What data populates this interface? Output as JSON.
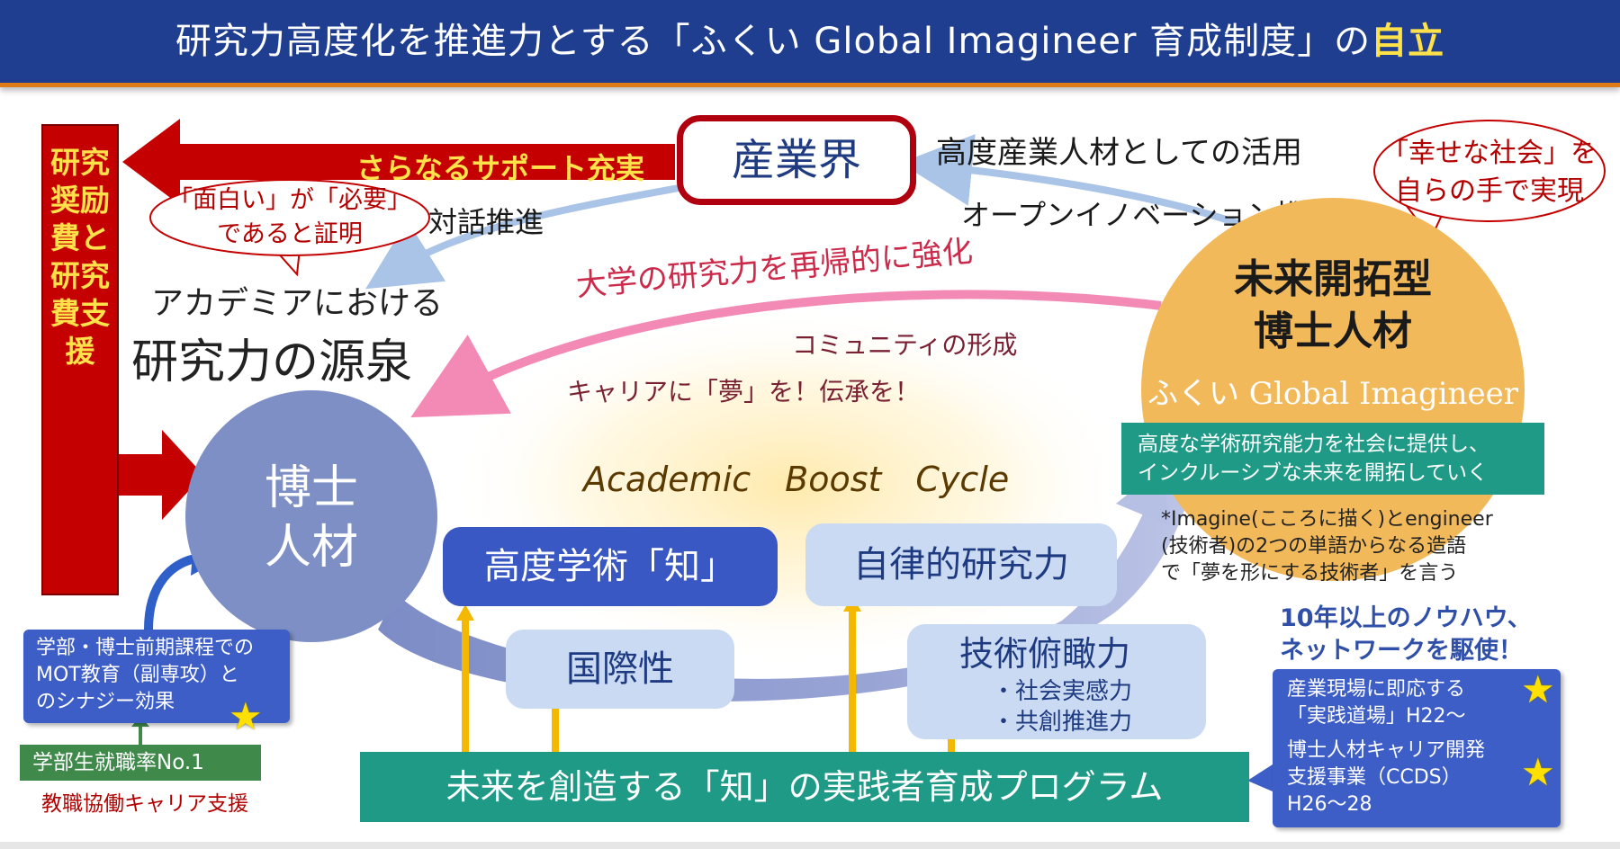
{
  "title": {
    "main": "研究力高度化を推進力とする「ふくい Global Imagineer 育成制度」の",
    "highlight": "自立"
  },
  "left_bar": {
    "label": "研究奨励費と研究費支援"
  },
  "industry": {
    "label": "産業界",
    "support_arrow_label": "さらなるサポート充実",
    "right_text": "高度産業人材としての活用",
    "open_innovation": "オープンイノベーション推進",
    "dialogue": "対話推進"
  },
  "bubble_left": {
    "line1": "「面白い」が「必要」",
    "line2": "であると証明"
  },
  "bubble_right": {
    "line1": "「幸せな社会」を",
    "line2": "自らの手で実現"
  },
  "academia": {
    "line1": "アカデミアにおける",
    "line2": "研究力の源泉"
  },
  "pink_arrow": {
    "main": "大学の研究力を再帰的に強化",
    "sub1": "コミュニティの形成",
    "sub2": "キャリアに「夢」を！伝承を！"
  },
  "hakase": {
    "line1": "博士",
    "line2": "人材"
  },
  "future": {
    "line1": "未来開拓型",
    "line2": "博士人材",
    "brand": "ふくい Global Imagineer",
    "mission_line1": "高度な学術研究能力を社会に提供し、",
    "mission_line2": "インクルーシブな未来を開拓していく"
  },
  "note": {
    "line1": "*Imagine(こころに描く)とengineer",
    "line2": "(技術者)の2つの単語からなる造語",
    "line3": "で「夢を形にする技術者」を言う"
  },
  "cycle": {
    "label": "Academic　Boost　Cycle"
  },
  "skills": {
    "academic": "高度学術「知」",
    "autonomy": "自律的研究力",
    "intl": "国際性",
    "tech": "技術俯瞰力",
    "tech_sub1": "・社会実感力",
    "tech_sub2": "・共創推進力"
  },
  "program": {
    "label": "未来を創造する「知」の実践者育成プログラム"
  },
  "mot": {
    "line1": "学部・博士前期課程での",
    "line2": "MOT教育（副専攻）と",
    "line3": "のシナジー効果"
  },
  "employment": {
    "label": "学部生就職率No.1",
    "sub": "教職協働キャリア支援"
  },
  "knowhow": {
    "line1": "10年以上のノウハウ、",
    "line2": "ネットワークを駆使！",
    "item1_line1": "産業現場に即応する",
    "item1_line2": "「実践道場」H22～",
    "item2_line1": "博士人材キャリア開発",
    "item2_line2": "支援事業（CCDS）",
    "item2_line3": "H26～28"
  },
  "colors": {
    "title_bg": "#1f3e8f",
    "accent_red": "#c40000",
    "teal": "#1f9a87",
    "circle_blue": "#7d8fc4",
    "circle_orange": "#f2b95b"
  }
}
